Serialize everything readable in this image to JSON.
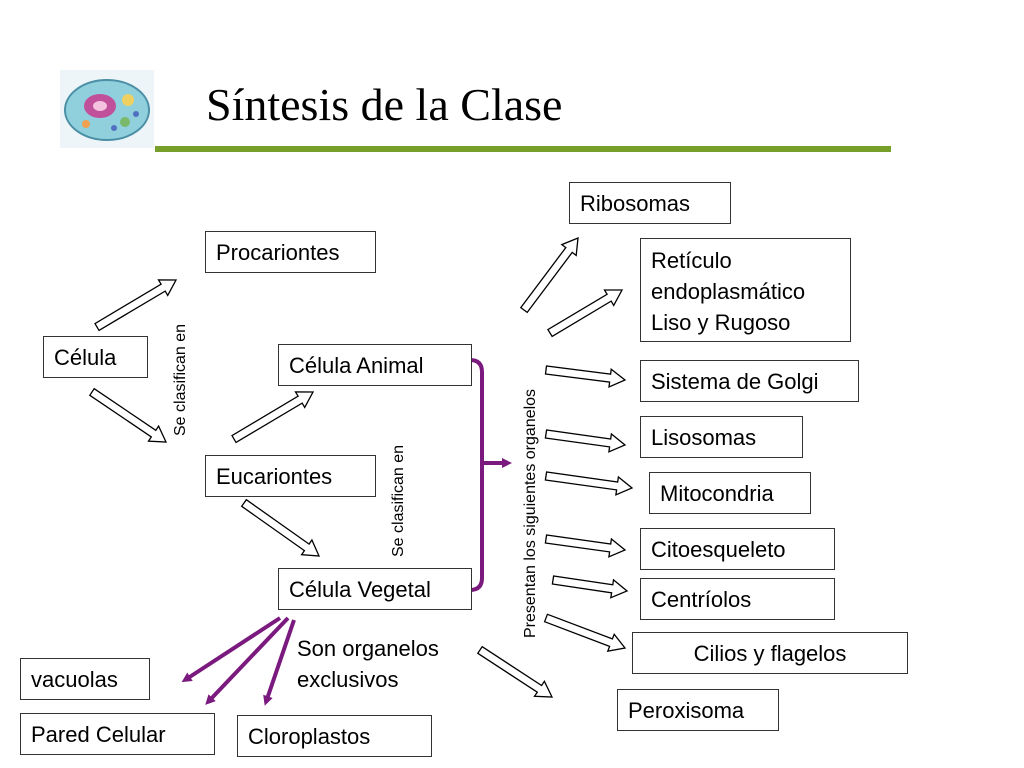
{
  "title": "Síntesis de la Clase",
  "nodes": {
    "celula": "Célula",
    "procariontes": "Procariontes",
    "eucariontes": "Eucariontes",
    "celula_animal": "Célula Animal",
    "celula_vegetal": "Célula Vegetal",
    "ribosomas": "Ribosomas",
    "reticulo": [
      "Retículo",
      "endoplasmático",
      "Liso y Rugoso"
    ],
    "golgi": "Sistema de Golgi",
    "lisosomas": "Lisosomas",
    "mitocondria": "Mitocondria",
    "citoesqueleto": "Citoesqueleto",
    "centriolos": "Centríolos",
    "cilios": "Cilios y flagelos",
    "peroxisoma": "Peroxisoma",
    "vacuolas": "vacuolas",
    "pared": "Pared Celular",
    "cloroplastos": "Cloroplastos"
  },
  "labels": {
    "se_clasifican_1": "Se clasifican en",
    "se_clasifican_2": "Se clasifican en",
    "presentan": "Presentan los siguientes organelos",
    "exclusivos": [
      "Son organelos",
      "exclusivos"
    ]
  },
  "colors": {
    "accent_rule": "#77a02a",
    "bracket": "#7b1a7e",
    "outline_arrow": "#000000"
  },
  "icons": {
    "logo": "cell-illustration-icon"
  }
}
